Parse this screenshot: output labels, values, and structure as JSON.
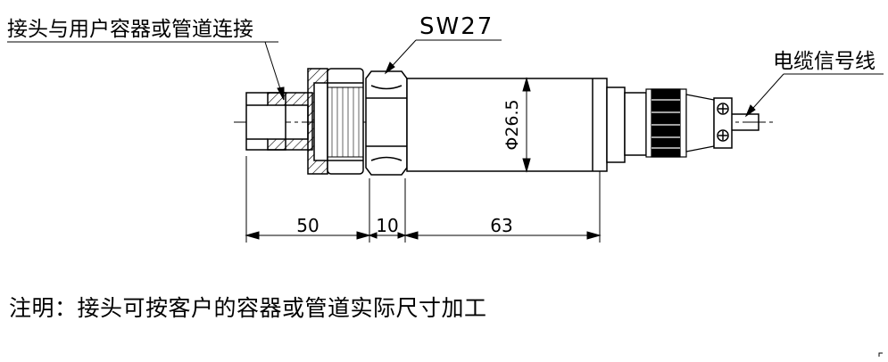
{
  "labels": {
    "connection": "接头与用户容器或管道连接",
    "wrench": "SW27",
    "cable": "电缆信号线"
  },
  "dimensions": {
    "d1": "50",
    "d2": "10",
    "d3": "63",
    "diameter": "Φ26.5"
  },
  "note": "注明：接头可按客户的容器或管道实际尺寸加工",
  "colors": {
    "line": "#000000",
    "background": "#ffffff"
  }
}
